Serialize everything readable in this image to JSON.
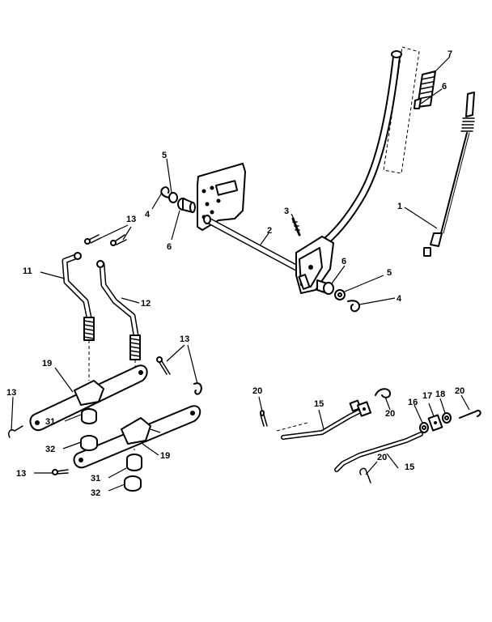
{
  "diagram": {
    "callouts": [
      {
        "id": "c1",
        "text": "1"
      },
      {
        "id": "c2",
        "text": "2"
      },
      {
        "id": "c3",
        "text": "3"
      },
      {
        "id": "c4a",
        "text": "4"
      },
      {
        "id": "c4b",
        "text": "4"
      },
      {
        "id": "c5a",
        "text": "5"
      },
      {
        "id": "c5b",
        "text": "5"
      },
      {
        "id": "c6a",
        "text": "6"
      },
      {
        "id": "c6b",
        "text": "6"
      },
      {
        "id": "c6c",
        "text": "6"
      },
      {
        "id": "c7",
        "text": "7"
      },
      {
        "id": "c11",
        "text": "11"
      },
      {
        "id": "c12",
        "text": "12"
      },
      {
        "id": "c13a",
        "text": "13"
      },
      {
        "id": "c13b",
        "text": "13"
      },
      {
        "id": "c13c",
        "text": "13"
      },
      {
        "id": "c13d",
        "text": "13"
      },
      {
        "id": "c15a",
        "text": "15"
      },
      {
        "id": "c15b",
        "text": "15"
      },
      {
        "id": "c16",
        "text": "16"
      },
      {
        "id": "c17",
        "text": "17"
      },
      {
        "id": "c18",
        "text": "18"
      },
      {
        "id": "c19a",
        "text": "19"
      },
      {
        "id": "c19b",
        "text": "19"
      },
      {
        "id": "c20a",
        "text": "20"
      },
      {
        "id": "c20b",
        "text": "20"
      },
      {
        "id": "c20c",
        "text": "20"
      },
      {
        "id": "c20d",
        "text": "20"
      },
      {
        "id": "c31a",
        "text": "31"
      },
      {
        "id": "c31b",
        "text": "31"
      },
      {
        "id": "c32a",
        "text": "32"
      },
      {
        "id": "c32b",
        "text": "32"
      }
    ]
  }
}
